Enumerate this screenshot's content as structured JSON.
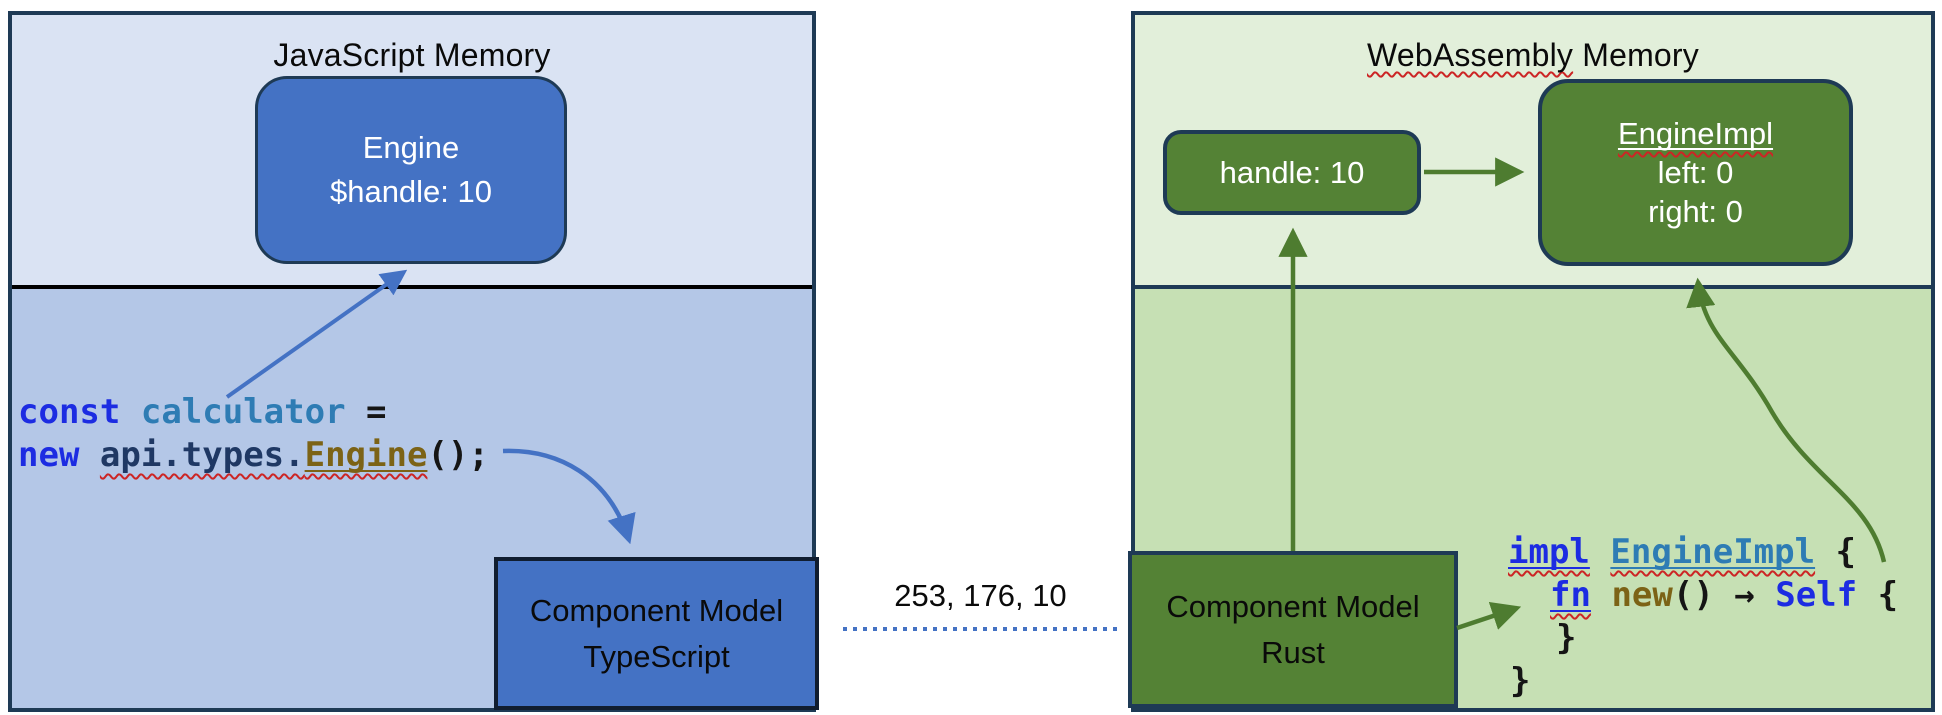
{
  "sp": " ",
  "colors": {
    "accent_blue": "#4472c4",
    "panel_left_bg_top": "#dae3f3",
    "panel_left_bg_bottom": "#b4c7e7",
    "panel_left_divider": "#000000",
    "panel_border": "#1e3a55",
    "accent_green": "#548235",
    "panel_right_bg_top": "#e2efda",
    "panel_right_bg_bottom": "#c6e0b4",
    "arrow_green": "#4e7c30",
    "squiggle_red": "#cc2525",
    "code_keyword": "#1c2ce2",
    "code_type": "#2e7cb4",
    "code_namespace": "#1f3864",
    "code_member": "#7c6316",
    "code_plain": "#151515"
  },
  "left_panel": {
    "title": "JavaScript Memory",
    "engine_box": {
      "line1": "Engine",
      "line2": "$handle: 10"
    },
    "code": {
      "l1_keyword": "const",
      "l1_var": "calculator",
      "l1_rest": " =",
      "l2_keyword": "new",
      "l2_namespace": "api.types.",
      "l2_type": "Engine",
      "l2_rest": "();"
    },
    "ts_box": {
      "line1": "Component Model",
      "line2": "TypeScript"
    }
  },
  "bridge": {
    "value": "253, 176, 10"
  },
  "right_panel": {
    "title_flagged": "WebAssembly",
    "title_rest": " Memory",
    "handle_box": {
      "label": "handle: 10"
    },
    "engineimpl_box": {
      "title": "EngineImpl",
      "line2": "left: 0",
      "line3": "right: 0"
    },
    "rust_box": {
      "line1": "Component Model",
      "line2": "Rust"
    },
    "code": {
      "l1_keyword": "impl",
      "l1_type": "EngineImpl",
      "l1_rest": " {",
      "l2_keyword": "fn",
      "l2_fn": "new",
      "l2_mid": "() → ",
      "l2_self": "Self",
      "l2_rest": " {",
      "l3": "}",
      "l4": "}"
    }
  }
}
